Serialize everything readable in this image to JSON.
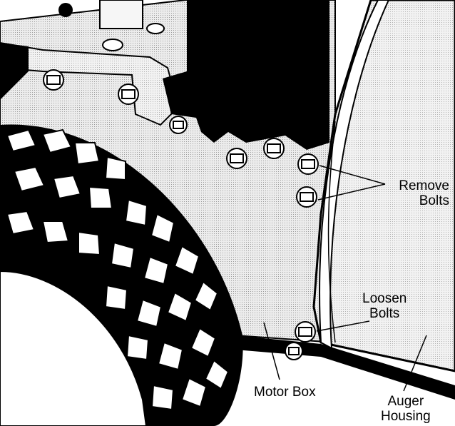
{
  "callouts": {
    "remove_bolts": "Remove\nBolts",
    "loosen_bolts": "Loosen\nBolts",
    "motor_box": "Motor Box",
    "auger_housing": "Auger\nHousing"
  },
  "colors": {
    "line": "#000000",
    "panel": "#dcdcdc",
    "housing": "#e6e6e6",
    "tire": "#ffffff"
  }
}
